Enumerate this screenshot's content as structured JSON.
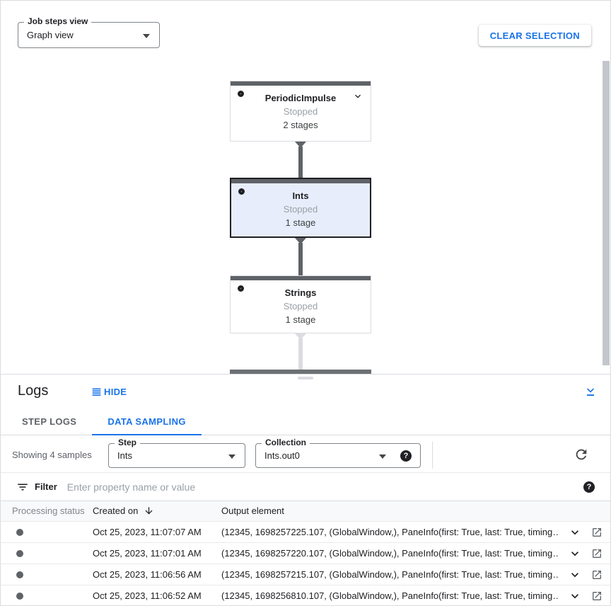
{
  "header": {
    "job_steps_view": {
      "label": "Job steps view",
      "value": "Graph view"
    },
    "clear_selection_label": "CLEAR SELECTION"
  },
  "graph": {
    "nodes": [
      {
        "title": "PeriodicImpulse",
        "status": "Stopped",
        "stages": "2 stages",
        "selected": false,
        "expandable": true
      },
      {
        "title": "Ints",
        "status": "Stopped",
        "stages": "1 stage",
        "selected": true,
        "expandable": false
      },
      {
        "title": "Strings",
        "status": "Stopped",
        "stages": "1 stage",
        "selected": false,
        "expandable": false
      }
    ]
  },
  "logs": {
    "title": "Logs",
    "hide_label": "HIDE",
    "tabs": {
      "step_logs": "STEP LOGS",
      "data_sampling": "DATA SAMPLING",
      "active": "DATA SAMPLING"
    },
    "showing_text": "Showing 4 samples",
    "step_select": {
      "label": "Step",
      "value": "Ints"
    },
    "collection_select": {
      "label": "Collection",
      "value": "Ints.out0"
    },
    "filter": {
      "label": "Filter",
      "placeholder": "Enter property name or value"
    },
    "table": {
      "col_processing_status": "Processing status",
      "col_created_on": "Created on",
      "col_output_element": "Output element",
      "rows": [
        {
          "created_on": "Oct 25, 2023, 11:07:07 AM",
          "output_element": "(12345, 1698257225.107, (GlobalWindow,), PaneInfo(first: True, last: True, timing…"
        },
        {
          "created_on": "Oct 25, 2023, 11:07:01 AM",
          "output_element": "(12345, 1698257220.107, (GlobalWindow,), PaneInfo(first: True, last: True, timing…"
        },
        {
          "created_on": "Oct 25, 2023, 11:06:56 AM",
          "output_element": "(12345, 1698257215.107, (GlobalWindow,), PaneInfo(first: True, last: True, timing…"
        },
        {
          "created_on": "Oct 25, 2023, 11:06:52 AM",
          "output_element": "(12345, 1698256810.107, (GlobalWindow,), PaneInfo(first: True, last: True, timing…"
        }
      ]
    }
  },
  "colors": {
    "accent_blue": "#1a73e8",
    "node_topbar": "#5f6368",
    "node_selected_bg": "#e8edfb",
    "node_selected_border": "#202124",
    "node_border": "#dadce0",
    "status_text": "#9aa0a6",
    "edge_dark": "#5f6368",
    "edge_light": "#dadce0",
    "table_header_bg": "#f8f9fa"
  }
}
